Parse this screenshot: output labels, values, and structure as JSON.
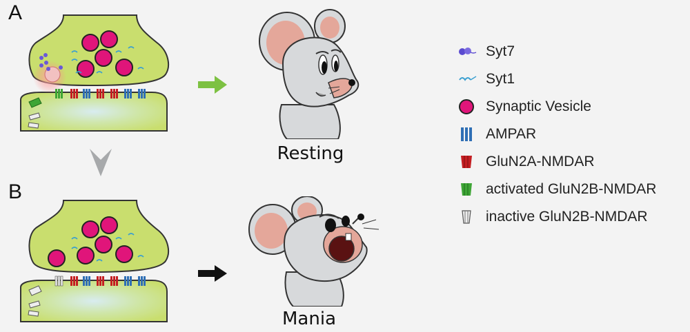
{
  "panels": {
    "a_letter": "A",
    "b_letter": "B",
    "resting_label": "Resting",
    "mania_label": "Mania"
  },
  "legend": [
    {
      "label": "Syt7",
      "icon": "syt7-icon"
    },
    {
      "label": "Syt1",
      "icon": "syt1-icon"
    },
    {
      "label": "Synaptic Vesicle",
      "icon": "vesicle-icon"
    },
    {
      "label": "AMPAR",
      "icon": "ampar-icon"
    },
    {
      "label": "GluN2A-NMDAR",
      "icon": "glun2a-icon"
    },
    {
      "label": "activated GluN2B-NMDAR",
      "icon": "glun2b-active-icon"
    },
    {
      "label": "inactive GluN2B-NMDAR",
      "icon": "glun2b-inactive-icon"
    }
  ],
  "colors": {
    "terminal_fill": "#c9de6e",
    "vesicle": "#e0157a",
    "syt7": "#5a4ad0",
    "syt1": "#3a9fd0",
    "ampar": "#2f6fb5",
    "glun2a": "#c41e22",
    "glun2b_active": "#3ea535",
    "glun2b_inactive": "#e8e8e8",
    "green_arrow": "#7dc142",
    "mouse_body": "#d7d9db",
    "mouse_ear": "#e4a79a"
  }
}
